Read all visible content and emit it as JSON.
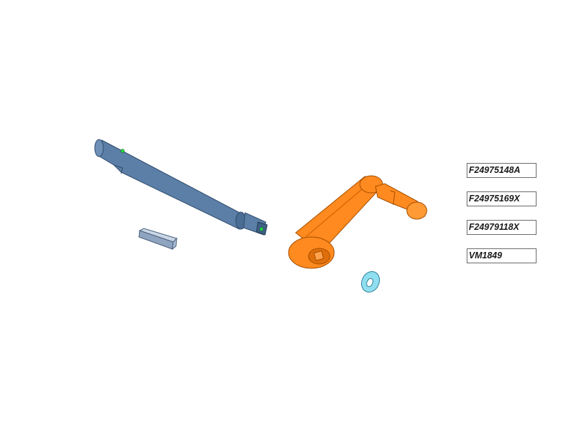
{
  "part_labels": [
    {
      "id": "F24975148A"
    },
    {
      "id": "F24975169X"
    },
    {
      "id": "F24979118X"
    },
    {
      "id": "VM1849"
    }
  ],
  "colors": {
    "shaft": "#5b7fa6",
    "shaft_dark": "#3f5f84",
    "key": "#a9bbd2",
    "handle": "#ff8a1f",
    "handle_dark": "#e06f0a",
    "washer": "#8fdff0",
    "hole_marker": "#22dd44"
  }
}
